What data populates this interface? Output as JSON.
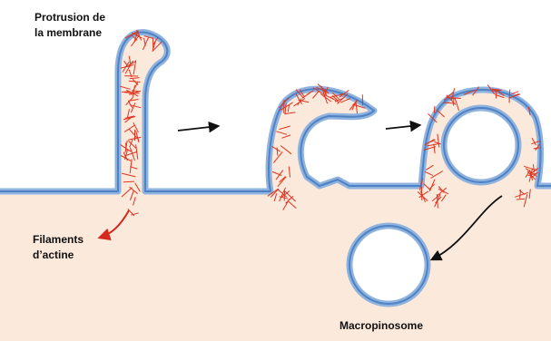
{
  "labels": {
    "protrusion_line1": "Protrusion de",
    "protrusion_line2": "la membrane",
    "filaments_line1": "Filaments",
    "filaments_line2": "d’actine",
    "macropinosome": "Macropinosome"
  },
  "colors": {
    "cytoplasm": "#fbe9dc",
    "membrane_outer": "#8fb3de",
    "membrane_inner": "#4e82c4",
    "actin": "#e0331f",
    "arrow": "#111111",
    "label_red_arrow": "#d42a1d",
    "vesicle_fill": "#ffffff"
  }
}
